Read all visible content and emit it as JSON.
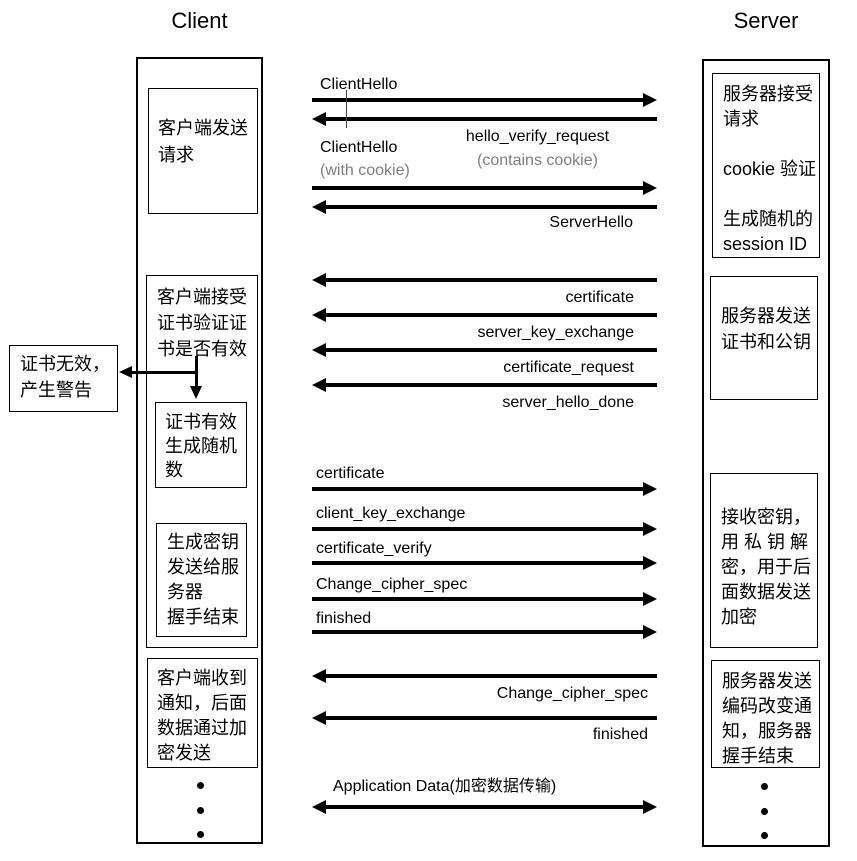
{
  "titles": {
    "client": "Client",
    "server": "Server"
  },
  "client": {
    "box1": {
      "lines": [
        "客户端发送",
        "请求"
      ]
    },
    "box2": {
      "lines": [
        "客户端接受",
        "证书验证证",
        "书是否有效"
      ]
    },
    "box3": {
      "lines": [
        "证书有效",
        "生成随机",
        "数"
      ]
    },
    "box4": {
      "lines": [
        "生成密钥",
        "发送给服",
        "务器",
        "握手结束"
      ]
    },
    "box5": {
      "lines": [
        "客户端收到",
        "通知，后面",
        "数据通过加",
        "密发送"
      ]
    }
  },
  "warning": {
    "lines": [
      "证书无效，",
      "产生警告"
    ]
  },
  "server": {
    "box1": {
      "lines": [
        "服务器接受",
        "请求",
        "",
        "cookie 验证",
        "",
        "生成随机的",
        "session ID"
      ]
    },
    "box2": {
      "lines": [
        "服务器发送",
        "证书和公钥"
      ]
    },
    "box3": {
      "lines": [
        "接收密钥，",
        "用 私 钥 解",
        "密，用于后",
        "面数据发送",
        "加密"
      ]
    },
    "box4": {
      "lines": [
        "服务器发送",
        "编码改变通",
        "知，服务器",
        "握手结束"
      ]
    }
  },
  "messages": {
    "client_hello_1": "ClientHello",
    "hello_verify_request": "hello_verify_request",
    "contains_cookie": "(contains cookie)",
    "client_hello_2": "ClientHello",
    "with_cookie": "(with cookie)",
    "server_hello": "ServerHello",
    "certificate_from_server": "certificate",
    "server_key_exchange": "server_key_exchange",
    "certificate_request": "certificate_request",
    "server_hello_done": "server_hello_done",
    "certificate_from_client": "certificate",
    "client_key_exchange": "client_key_exchange",
    "certificate_verify": "certificate_verify",
    "change_cipher_spec_client": "Change_cipher_spec",
    "finished_client": "finished",
    "change_cipher_spec_server": "Change_cipher_spec",
    "finished_server": "finished",
    "application_data": "Application Data(加密数据传输)"
  },
  "colors": {
    "ink": "#000000",
    "muted_text": "#7f7f7f"
  }
}
